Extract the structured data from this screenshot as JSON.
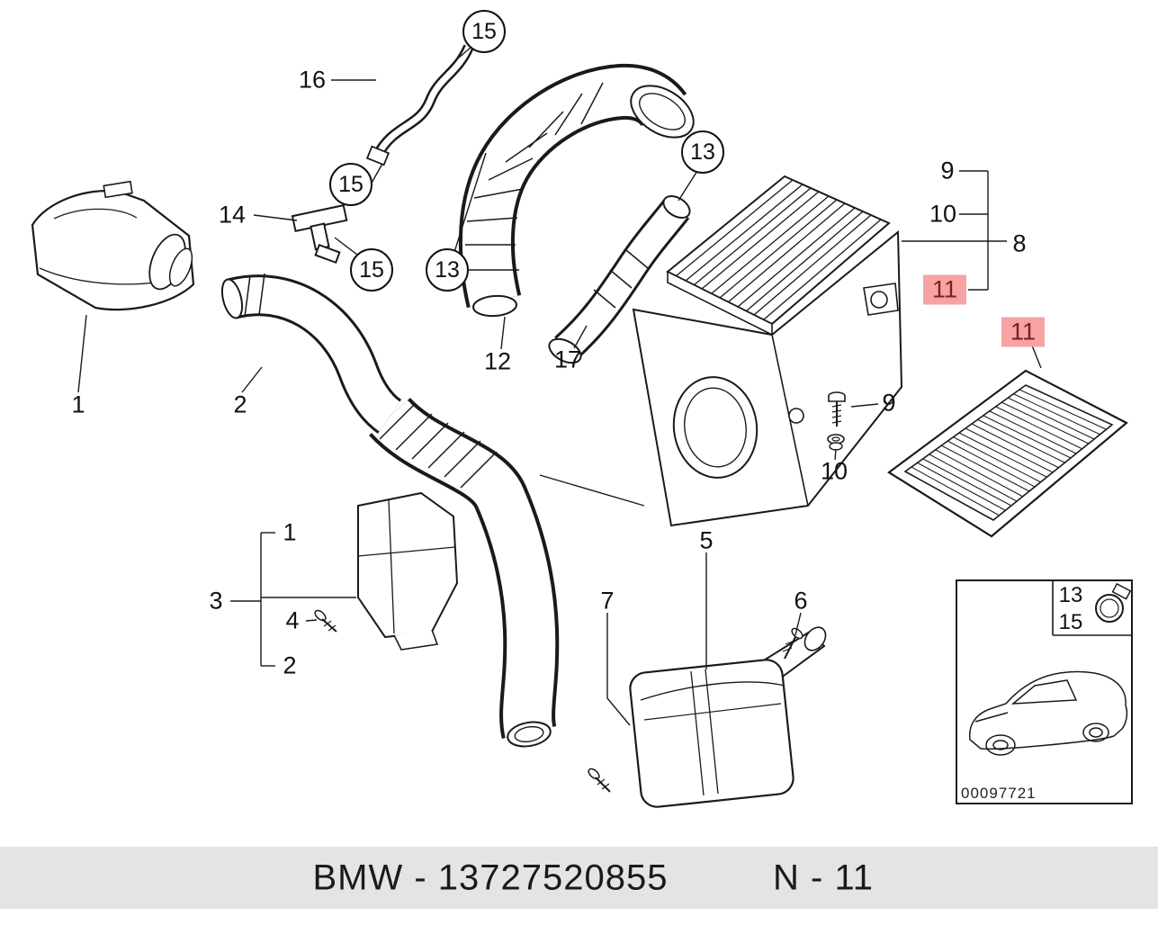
{
  "colors": {
    "highlight_bg": "#f5a3a3",
    "highlight_text": "#7c2020",
    "footer_bg": "#e4e4e4",
    "line": "#1a1a1a"
  },
  "callouts": {
    "sensor1": "1",
    "boot2": "2",
    "hose16": "16",
    "clamp15_top": "15",
    "clamp15_mid": "15",
    "clamp15_low": "15",
    "tpiece14": "14",
    "clamp13_left": "13",
    "elbow12": "12",
    "clamp13_right": "13",
    "duct17": "17",
    "screw9_right": "9",
    "washer10_right": "10",
    "housing8": "8",
    "filter11_selected": "11",
    "filter11_element": "11",
    "screw9_mid": "9",
    "washer10_mid": "10",
    "resonator5": "5",
    "bracket7": "7",
    "screw6": "6",
    "duct1_bracket": "1",
    "duct3": "3",
    "screw4": "4",
    "duct2_bracket": "2"
  },
  "legend": {
    "row1": "13",
    "row2": "15",
    "code": "00097721"
  },
  "footer": {
    "part_number": "BMW - 13727520855",
    "sheet": "N - 11"
  }
}
